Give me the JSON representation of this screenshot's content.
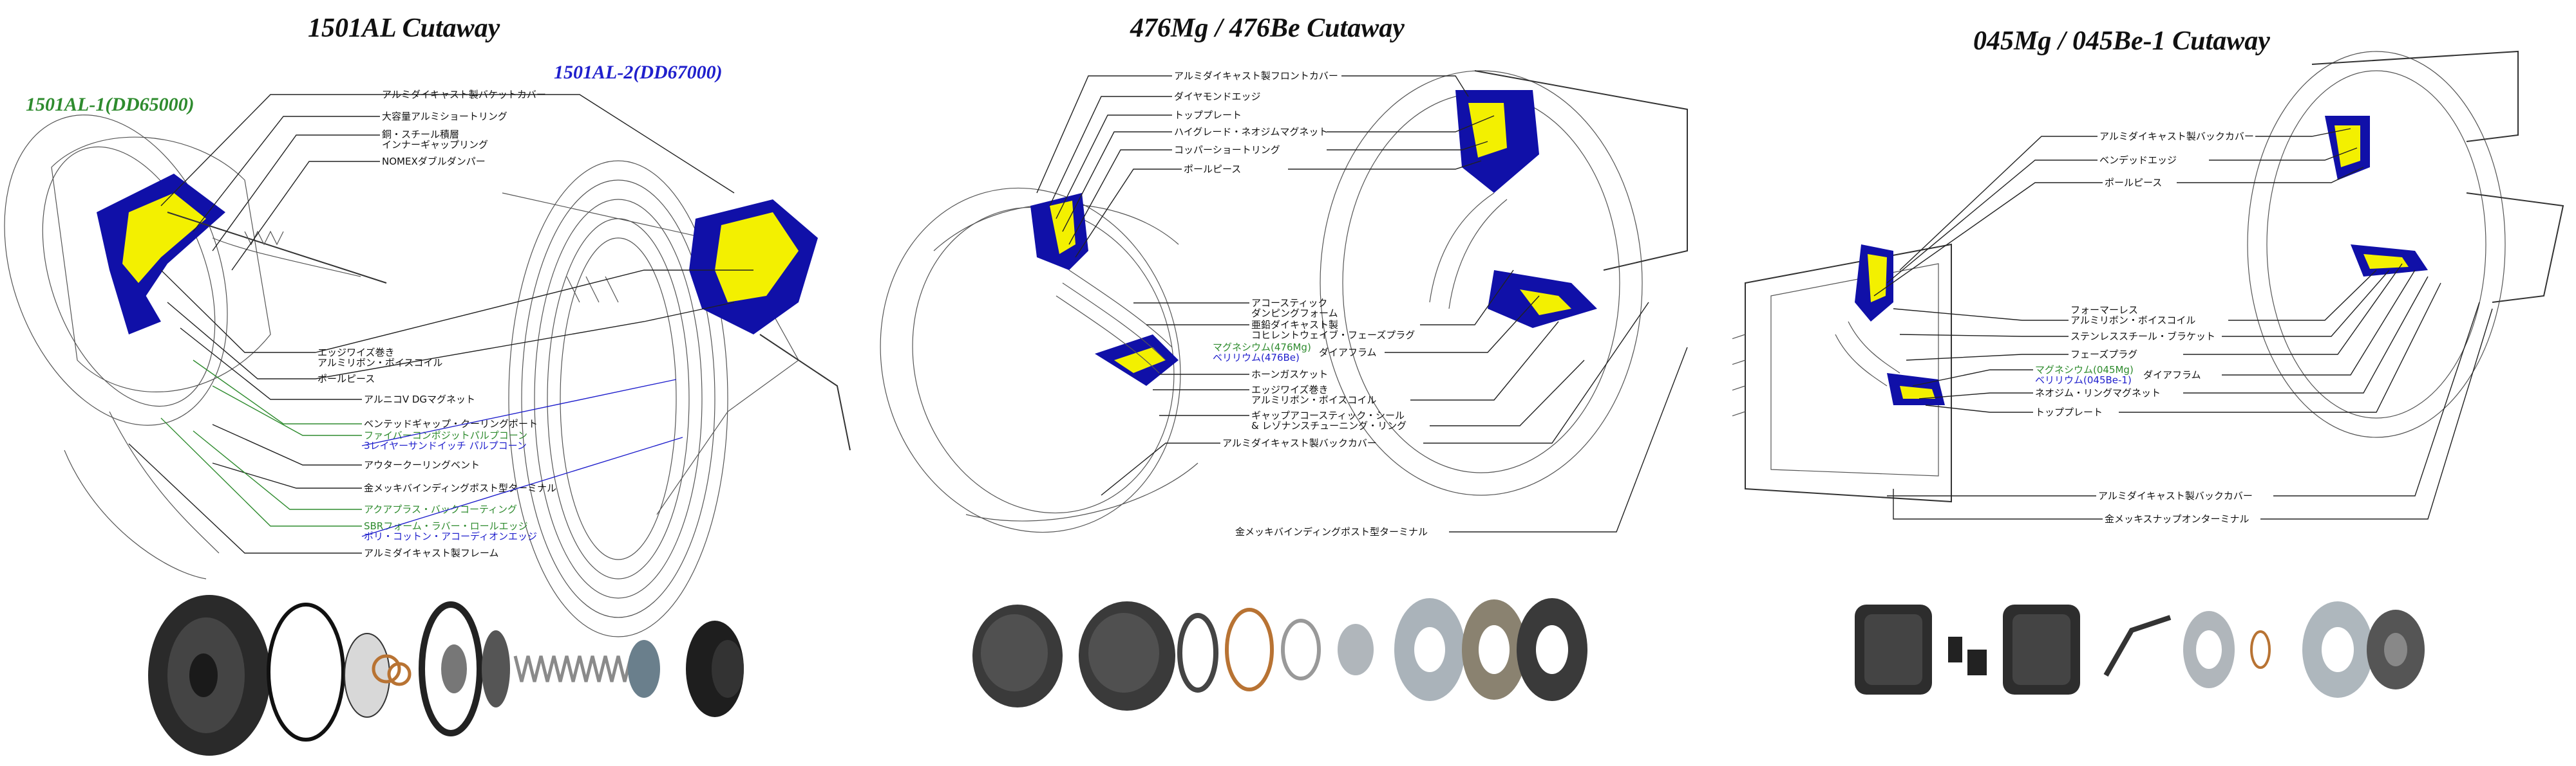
{
  "colors": {
    "green": "#2e8b2e",
    "blue": "#1f1fcc",
    "navy": "#1010a8",
    "yellow": "#f3f000",
    "dark": "#2a2a2a"
  },
  "panel1": {
    "title": "1501AL Cutaway",
    "variant_left": "1501AL-1(DD65000)",
    "variant_right": "1501AL-2(DD67000)",
    "labels": [
      {
        "text": "アルミダイキャスト製バケットカバー",
        "color": "black"
      },
      {
        "text": "大容量アルミショートリング",
        "color": "black"
      },
      {
        "text": "銅・スチール積層",
        "color": "black"
      },
      {
        "text": "インナーギャップリング",
        "color": "black"
      },
      {
        "text": "NOMEXダブルダンパー",
        "color": "black"
      },
      {
        "text": "エッジワイズ巻き",
        "color": "black"
      },
      {
        "text": "アルミリボン・ボイスコイル",
        "color": "black"
      },
      {
        "text": "ポールピース",
        "color": "black"
      },
      {
        "text": "アルニコV DGマグネット",
        "color": "black"
      },
      {
        "text": "ベンテッドギャップ・クーリングポート",
        "color": "black"
      },
      {
        "text": "ファイバーコンポジットパルプコーン",
        "color": "green"
      },
      {
        "text": "3レイヤーサンドイッチ パルプコーン",
        "color": "blue"
      },
      {
        "text": "アウタークーリングベント",
        "color": "black"
      },
      {
        "text": "金メッキバインディングポスト型ターミナル",
        "color": "black"
      },
      {
        "text": "アクアプラス・バックコーティング",
        "color": "green"
      },
      {
        "text": "SBRフォーム・ラバー・ロールエッジ",
        "color": "green"
      },
      {
        "text": "ポリ・コットン・アコーディオンエッジ",
        "color": "blue"
      },
      {
        "text": "アルミダイキャスト製フレーム",
        "color": "black"
      }
    ]
  },
  "panel2": {
    "title": "476Mg / 476Be Cutaway",
    "labels": [
      {
        "text": "アルミダイキャスト製フロントカバー",
        "color": "black"
      },
      {
        "text": "ダイヤモンドエッジ",
        "color": "black"
      },
      {
        "text": "トッププレート",
        "color": "black"
      },
      {
        "text": "ハイグレード・ネオジムマグネット",
        "color": "black"
      },
      {
        "text": "コッパーショートリング",
        "color": "black"
      },
      {
        "text": "ポールピース",
        "color": "black"
      },
      {
        "text": "アコースティック",
        "color": "black"
      },
      {
        "text": "ダンピングフォーム",
        "color": "black"
      },
      {
        "text": "亜鉛ダイキャスト製",
        "color": "black"
      },
      {
        "text": "コヒレントウェイブ・フェーズプラグ",
        "color": "black"
      },
      {
        "text": "マグネシウム(476Mg)",
        "color": "green"
      },
      {
        "text": "ベリリウム(476Be)",
        "color": "blue"
      },
      {
        "text": "ダイアフラム",
        "color": "black"
      },
      {
        "text": "ホーンガスケット",
        "color": "black"
      },
      {
        "text": "エッジワイズ巻き",
        "color": "black"
      },
      {
        "text": "アルミリボン・ボイスコイル",
        "color": "black"
      },
      {
        "text": "ギャップアコースティック・シール",
        "color": "black"
      },
      {
        "text": "& レゾナンスチューニング・リング",
        "color": "black"
      },
      {
        "text": "アルミダイキャスト製バックカバー",
        "color": "black"
      },
      {
        "text": "金メッキバインディングポスト型ターミナル",
        "color": "black"
      }
    ]
  },
  "panel3": {
    "title": "045Mg / 045Be-1 Cutaway",
    "labels": [
      {
        "text": "アルミダイキャスト製バックカバー",
        "color": "black"
      },
      {
        "text": "ベンデッドエッジ",
        "color": "black"
      },
      {
        "text": "ポールピース",
        "color": "black"
      },
      {
        "text": "フォーマーレス",
        "color": "black"
      },
      {
        "text": "アルミリボン・ボイスコイル",
        "color": "black"
      },
      {
        "text": "ステンレススチール・ブラケット",
        "color": "black"
      },
      {
        "text": "フェーズプラグ",
        "color": "black"
      },
      {
        "text": "マグネシウム(045Mg)",
        "color": "green"
      },
      {
        "text": "ベリリウム(045Be-1)",
        "color": "blue"
      },
      {
        "text": "ダイアフラム",
        "color": "black"
      },
      {
        "text": "ネオジム・リングマグネット",
        "color": "black"
      },
      {
        "text": "トッププレート",
        "color": "black"
      },
      {
        "text": "アルミダイキャスト製バックカバー",
        "color": "black"
      },
      {
        "text": "金メッキスナップオンターミナル",
        "color": "black"
      }
    ]
  },
  "icons": {
    "cutaway_1501": "speaker-cutaway-icon",
    "cutaway_476": "compression-driver-cutaway-icon",
    "cutaway_045": "tweeter-cutaway-icon",
    "exploded_1501": "woofer-exploded-view-icon",
    "exploded_476": "driver-exploded-view-icon",
    "exploded_045": "tweeter-exploded-view-icon"
  }
}
